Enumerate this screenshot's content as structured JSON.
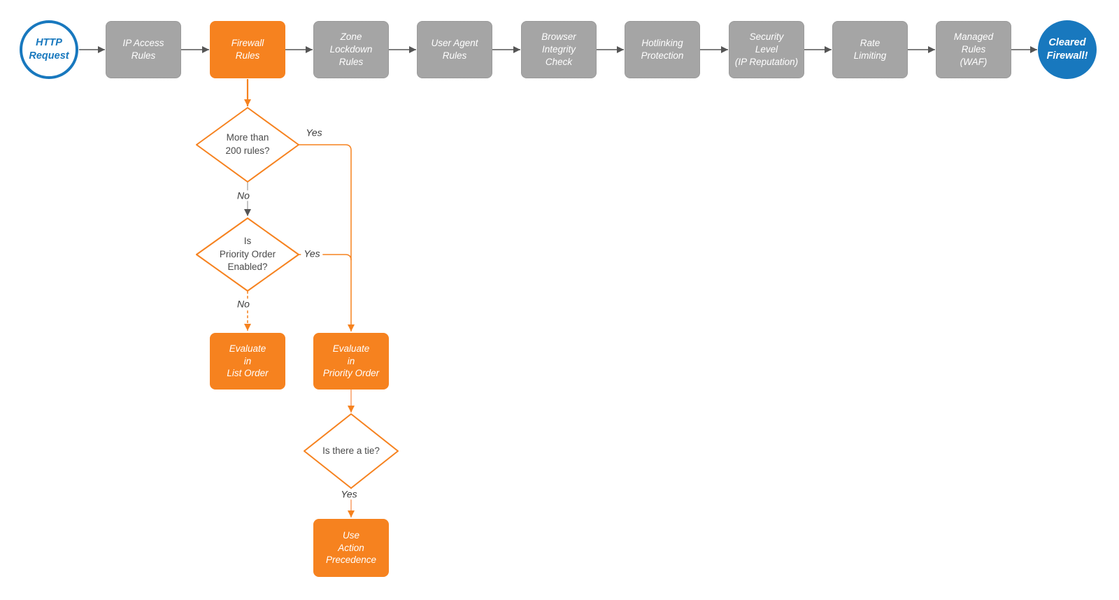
{
  "colors": {
    "orange": "#f6821f",
    "orange_light": "#f89d66",
    "gray_fill": "#a5a5a5",
    "gray_border": "#8e8e8e",
    "blue": "#1878be",
    "arrow_dark": "#555555",
    "line_gray": "#aaaaaa",
    "diamond_text": "#4a4a4a",
    "edge_label_text": "#3d3d3d"
  },
  "start_node": {
    "label": "HTTP\nRequest"
  },
  "end_node": {
    "label": "Cleared\nFirewall!"
  },
  "pipeline": [
    {
      "label": "IP Access\nRules",
      "highlighted": false
    },
    {
      "label": "Firewall\nRules",
      "highlighted": true
    },
    {
      "label": "Zone\nLockdown\nRules",
      "highlighted": false
    },
    {
      "label": "User Agent\nRules",
      "highlighted": false
    },
    {
      "label": "Browser\nIntegrity\nCheck",
      "highlighted": false
    },
    {
      "label": "Hotlinking\nProtection",
      "highlighted": false
    },
    {
      "label": "Security\nLevel\n(IP Reputation)",
      "highlighted": false
    },
    {
      "label": "Rate\nLimiting",
      "highlighted": false
    },
    {
      "label": "Managed\nRules\n(WAF)",
      "highlighted": false
    }
  ],
  "branch": {
    "decision_rules_count": {
      "label": "More than\n200 rules?",
      "yes_label": "Yes",
      "no_label": "No"
    },
    "decision_priority_enabled": {
      "label": "Is\nPriority Order\nEnabled?",
      "yes_label": "Yes",
      "no_label": "No"
    },
    "evaluate_list_order": {
      "label": "Evaluate\nin\nList Order"
    },
    "evaluate_priority_order": {
      "label": "Evaluate\nin\nPriority Order"
    },
    "decision_tie": {
      "label": "Is there a tie?",
      "yes_label": "Yes"
    },
    "use_action_precedence": {
      "label": "Use\nAction\nPrecedence"
    }
  }
}
